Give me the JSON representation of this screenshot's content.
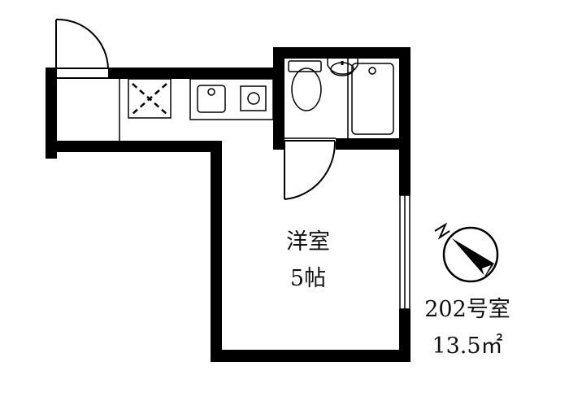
{
  "room": {
    "name": "洋室",
    "size": "5帖"
  },
  "unit": {
    "number": "202号室",
    "area": "13.5㎡"
  },
  "compass": {
    "label": "N",
    "icon": "north-arrow-icon"
  },
  "colors": {
    "wall": "#000000",
    "background": "#ffffff"
  }
}
